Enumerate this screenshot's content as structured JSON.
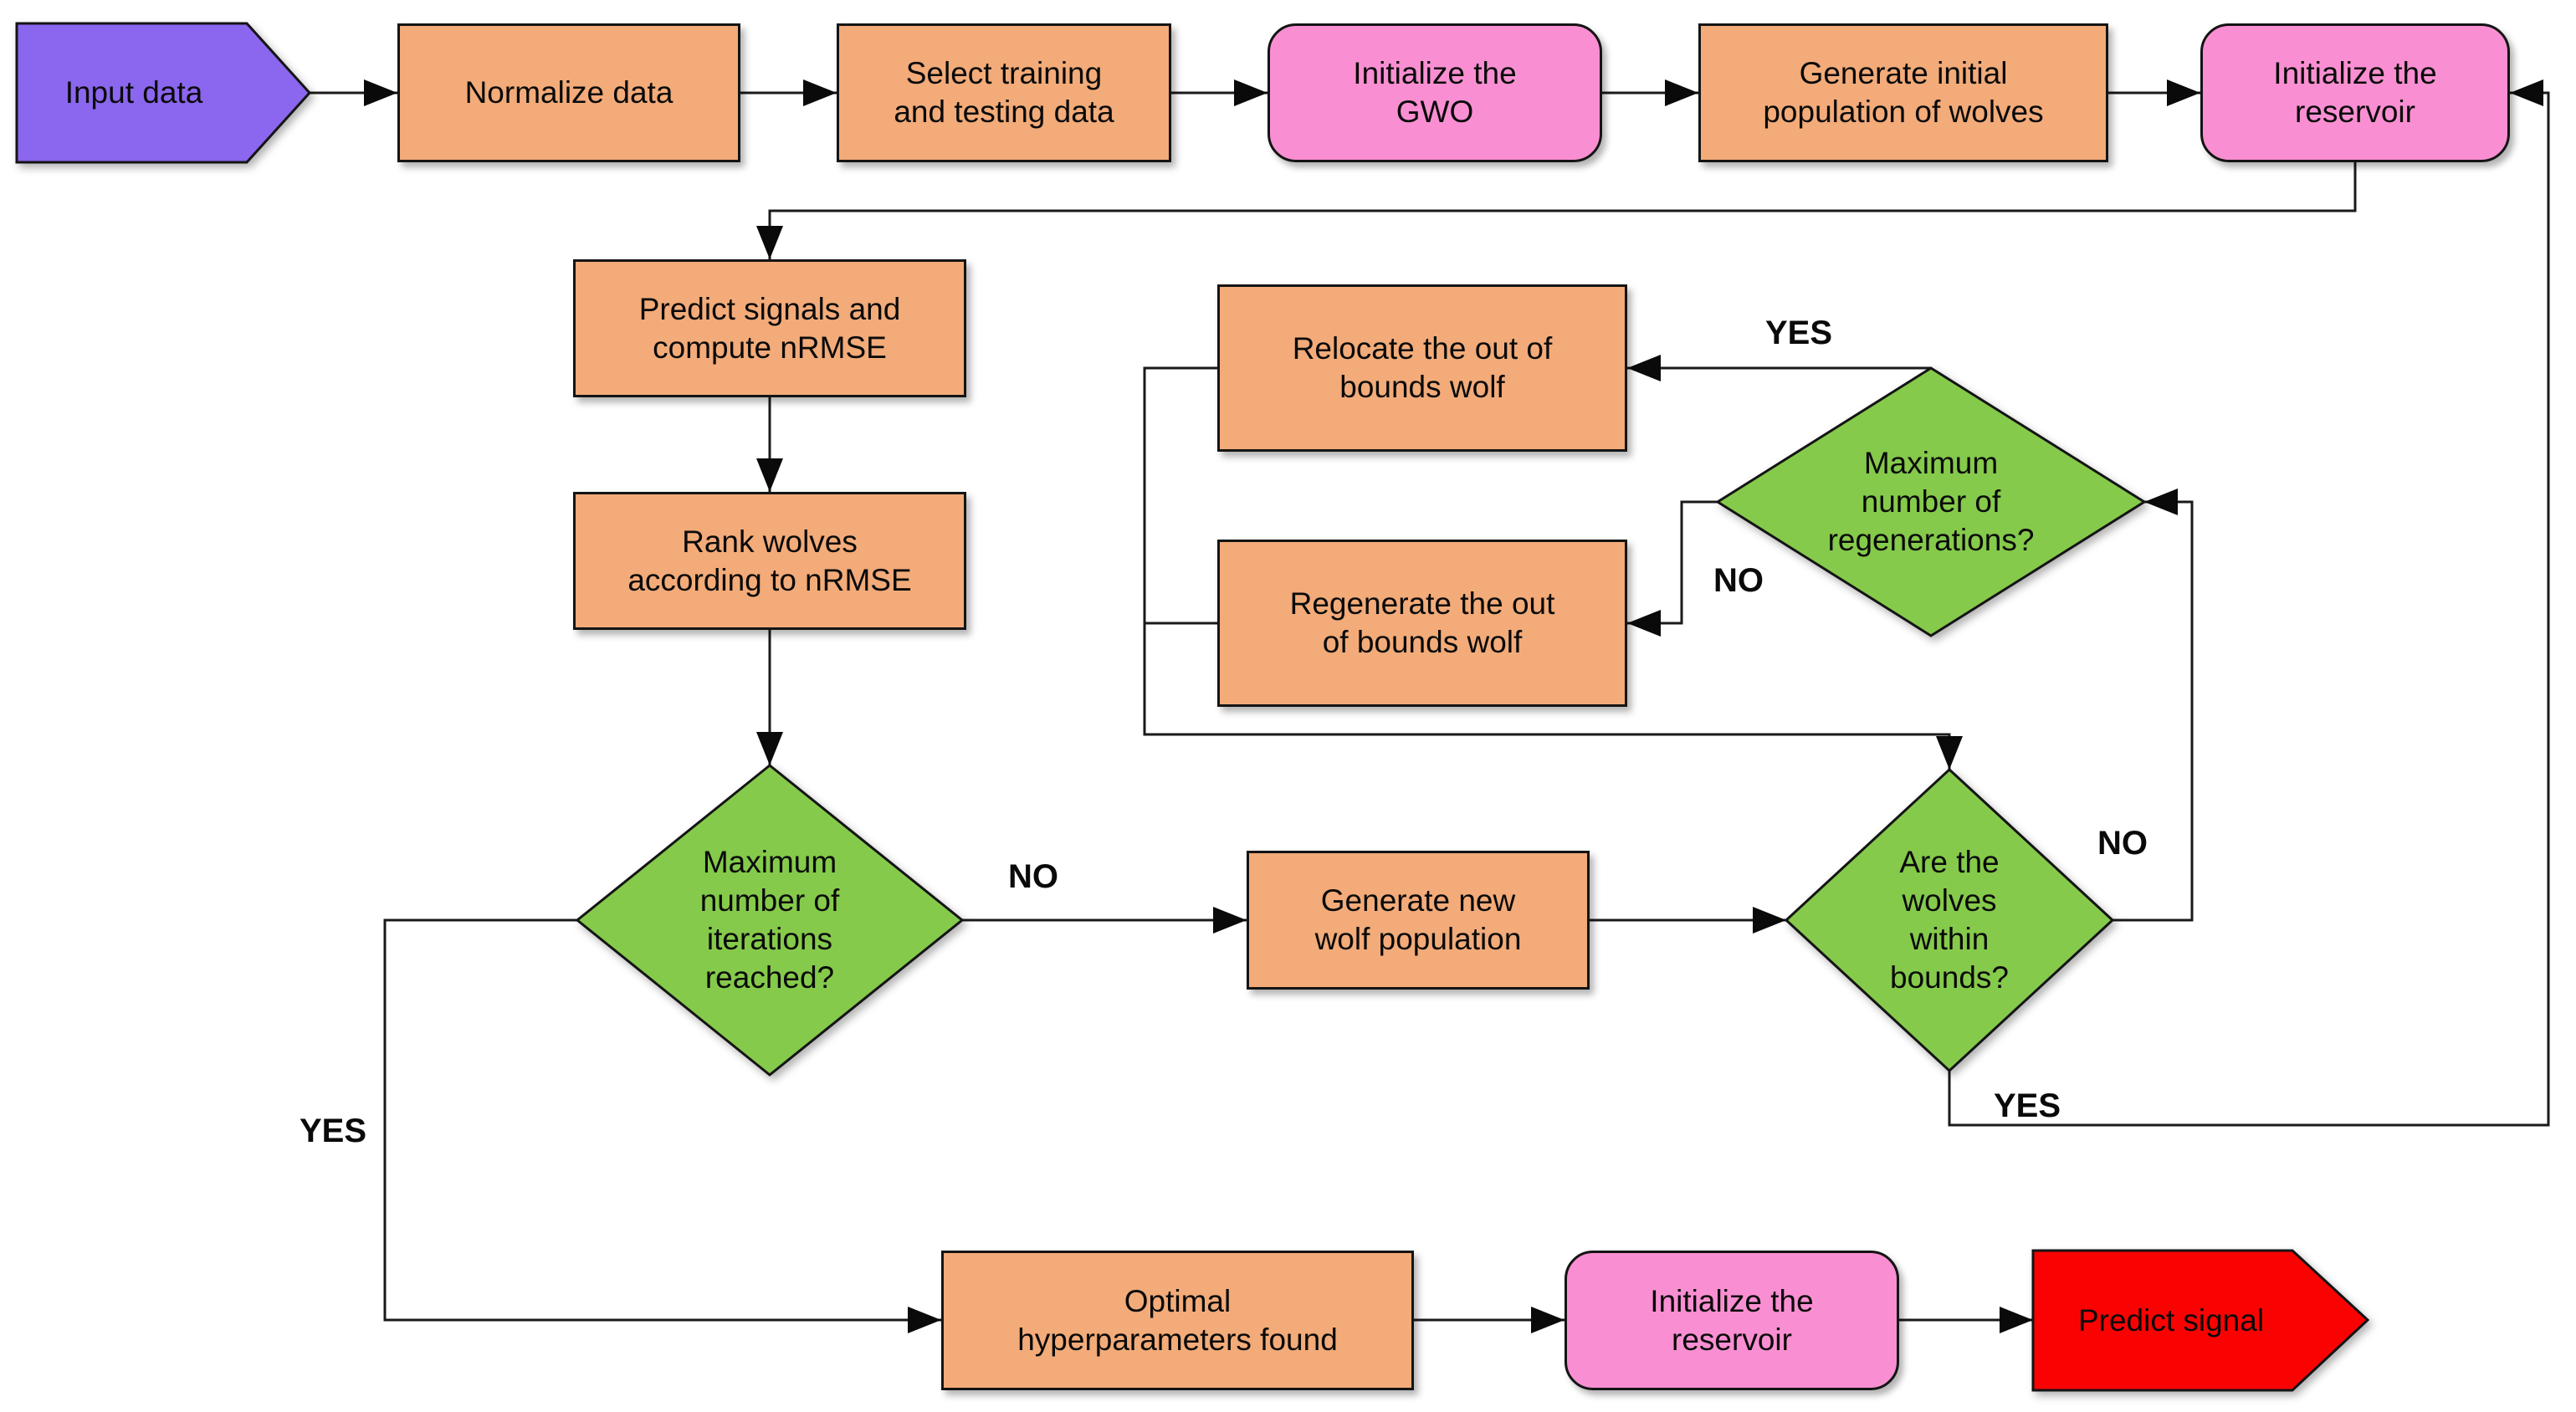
{
  "diagram": {
    "background": "#ffffff",
    "line_color": "#1a1a1a",
    "nodes": {
      "input_data": {
        "label": "Input data",
        "shape": "pentagon-arrow",
        "color": "#8b66ee"
      },
      "normalize": {
        "label": "Normalize data",
        "shape": "process",
        "color": "#f2ab79"
      },
      "select_data": {
        "label": "Select training\nand testing data",
        "shape": "process",
        "color": "#f2ab79"
      },
      "init_gwo": {
        "label": "Initialize the\nGWO",
        "shape": "rounded",
        "color": "#f98fd2"
      },
      "gen_initial_population": {
        "label": "Generate initial\npopulation of wolves",
        "shape": "process",
        "color": "#f2ab79"
      },
      "init_reservoir_top": {
        "label": "Initialize the\nreservoir",
        "shape": "rounded",
        "color": "#f98fd2"
      },
      "predict_compute_nrmse": {
        "label": "Predict signals and\ncompute nRMSE",
        "shape": "process",
        "color": "#f2ab79"
      },
      "rank_wolves": {
        "label": "Rank wolves\naccording to nRMSE",
        "shape": "process",
        "color": "#f2ab79"
      },
      "relocate_wolf": {
        "label": "Relocate the out of\nbounds wolf",
        "shape": "process",
        "color": "#f2ab79"
      },
      "regenerate_wolf": {
        "label": "Regenerate the out\nof bounds wolf",
        "shape": "process",
        "color": "#f2ab79"
      },
      "max_regenerations": {
        "label": "Maximum\nnumber of\nregenerations?",
        "shape": "decision",
        "color": "#85ca4b"
      },
      "max_iterations": {
        "label": "Maximum\nnumber of\niterations\nreached?",
        "shape": "decision",
        "color": "#85ca4b"
      },
      "gen_new_population": {
        "label": "Generate new\nwolf population",
        "shape": "process",
        "color": "#f2ab79"
      },
      "wolves_within_bounds": {
        "label": "Are the\nwolves\nwithin\nbounds?",
        "shape": "decision",
        "color": "#85ca4b"
      },
      "optimal_found": {
        "label": "Optimal\nhyperparameters found",
        "shape": "process",
        "color": "#f2ab79"
      },
      "init_reservoir_bottom": {
        "label": "Initialize the\nreservoir",
        "shape": "rounded",
        "color": "#f98fd2"
      },
      "predict_signal": {
        "label": "Predict signal",
        "shape": "pentagon-arrow",
        "color": "#fb0202"
      }
    },
    "edge_labels": {
      "regenerations_yes": "YES",
      "regenerations_no": "NO",
      "iterations_no": "NO",
      "iterations_yes": "YES",
      "bounds_no": "NO",
      "bounds_yes": "YES"
    }
  }
}
